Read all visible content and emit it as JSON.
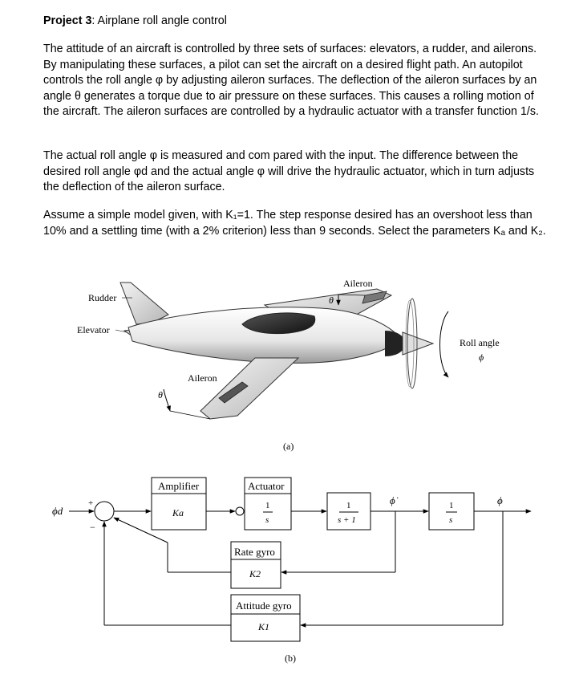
{
  "header": {
    "title_bold": "Project 3",
    "title_rest": ": Airplane roll angle control"
  },
  "paragraphs": {
    "p1": "The attitude of an aircraft is controlled by three sets of surfaces: elevators, a rudder, and ailerons. By manipulating these surfaces, a pilot can set the aircraft on a desired flight path. An autopilot controls the roll angle φ by adjusting aileron surfaces. The deflection of the aileron surfaces by an angle θ generates a torque due to air pressure on these surfaces. This causes a rolling motion of the aircraft. The aileron surfaces are controlled by a hydraulic actuator with a transfer function 1/s.",
    "p2": "The actual roll angle φ is measured and com pared with the input. The difference between the desired roll angle φd and the actual angle φ will drive the hydraulic actuator, which in turn adjusts the deflection of the aileron surface.",
    "p3": "Assume a simple model given, with K₁=1. The step response desired has an overshoot less than 10% and a settling time (with a 2% criterion) less than 9 seconds. Select the parameters Kₐ and K₂."
  },
  "figure_a": {
    "labels": {
      "rudder": "Rudder",
      "elevator": "Elevator",
      "aileron_left": "Aileron",
      "aileron_right": "Aileron",
      "theta_left": "θ",
      "theta_right": "θ",
      "roll_angle": "Roll angle",
      "phi": "ϕ",
      "caption": "(a)"
    }
  },
  "figure_b": {
    "input": "ϕd",
    "plus": "+",
    "minus": "−",
    "amplifier": {
      "title": "Amplifier",
      "gain": "Ka"
    },
    "actuator": {
      "title": "Actuator",
      "num": "1",
      "den": "s"
    },
    "plant1": {
      "num": "1",
      "den": "s + 1"
    },
    "phi_dot": "ϕ̇",
    "integrator": {
      "num": "1",
      "den": "s"
    },
    "output": "ϕ",
    "rate_gyro": {
      "title": "Rate gyro",
      "gain": "K2"
    },
    "attitude_gyro": {
      "title": "Attitude gyro",
      "gain": "K1"
    },
    "caption": "(b)"
  }
}
